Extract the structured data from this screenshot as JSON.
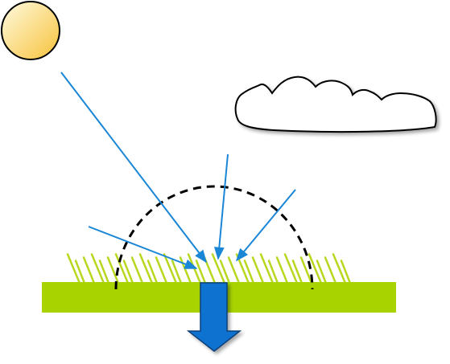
{
  "diagram": {
    "elements": [
      {
        "id": "sun",
        "kind": "sun-icon"
      },
      {
        "id": "cloud",
        "kind": "cloud-icon"
      },
      {
        "id": "ground",
        "kind": "grass-surface"
      },
      {
        "id": "hemisphere",
        "kind": "dashed-hemisphere-outline"
      },
      {
        "id": "rays",
        "kind": "incoming-radiation-arrows",
        "count": 4
      },
      {
        "id": "down_arrow",
        "kind": "downward-flux-arrow"
      }
    ],
    "colors": {
      "sky_background": "#ffffff",
      "sun_fill_light": "#fffbe0",
      "sun_fill_dark": "#f6c13a",
      "ray": "#1a86d6",
      "grass": "#a9d300",
      "grass_blade": "#b8d820",
      "hemisphere": "#000000",
      "down_arrow": "#0a72d0",
      "down_arrow_stroke": "#0b3f7a",
      "outline": "#000000"
    }
  }
}
